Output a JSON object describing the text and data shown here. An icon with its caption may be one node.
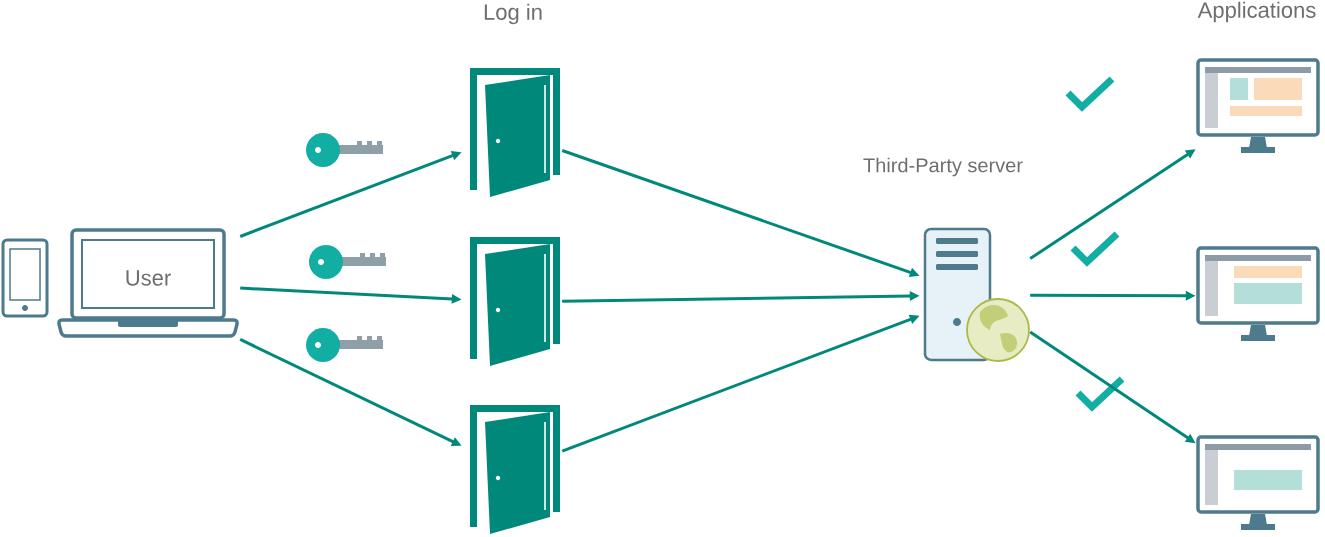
{
  "diagram": {
    "nodes": [
      {
        "text": [
          "User"
        ]
      },
      {
        "text": [],
        "shape": "door"
      },
      {
        "text": [],
        "shape": "door"
      },
      {
        "text": [],
        "shape": "door"
      },
      {
        "text": [
          "Third-Party server"
        ]
      },
      {
        "text": [],
        "shape": "monitor"
      },
      {
        "text": [],
        "shape": "monitor"
      },
      {
        "text": [],
        "shape": "monitor"
      }
    ],
    "edges": [
      {
        "from": 0,
        "to": 1,
        "arrow": "to"
      },
      {
        "from": 0,
        "to": 2,
        "arrow": "to"
      },
      {
        "from": 0,
        "to": 3,
        "arrow": "to"
      },
      {
        "from": 1,
        "to": 4,
        "arrow": "to"
      },
      {
        "from": 2,
        "to": 4,
        "arrow": "to"
      },
      {
        "from": 3,
        "to": 4,
        "arrow": "to"
      },
      {
        "from": 4,
        "to": 5,
        "arrow": "to"
      },
      {
        "from": 4,
        "to": 6,
        "arrow": "to"
      },
      {
        "from": 4,
        "to": 7,
        "arrow": "to"
      }
    ],
    "labels": [
      "Log in",
      "Applications"
    ]
  }
}
